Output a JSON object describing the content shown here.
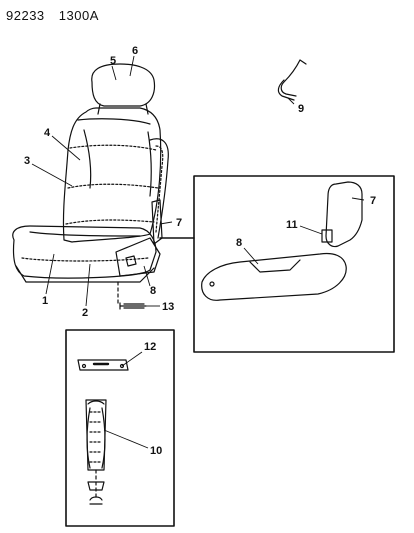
{
  "header": {
    "doc_number": "92233",
    "code": "1300A"
  },
  "callouts": {
    "headrest_left": "5",
    "headrest_right": "6",
    "hook_clip": "9",
    "back_upper": "4",
    "back_side": "3",
    "side_shield_seat": "7",
    "inset_cover": "7",
    "inset_screw_cap": "11",
    "inset_shield": "8",
    "seat_shield": "8",
    "cushion_front": "1",
    "cushion_main": "2",
    "screw": "13",
    "bracket": "12",
    "support_spring": "10"
  },
  "colors": {
    "line": "#111111",
    "background": "#ffffff"
  }
}
